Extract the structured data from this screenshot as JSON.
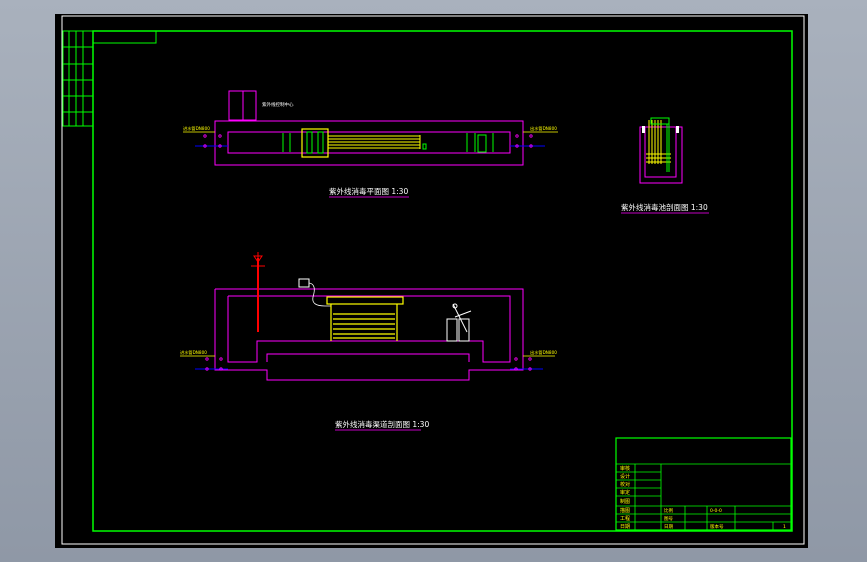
{
  "drawing": {
    "colors": {
      "background": "#000000",
      "frame": "#00ff00",
      "structure": "#ff00ff",
      "equipment": "#ffff00",
      "fitting": "#00ff00",
      "dimension": "#ffffff",
      "label": "#ffff00",
      "pipe": "#0000ff",
      "lamp": "#ff0000"
    },
    "views": {
      "plan_title": "紫外线消毒平面图 1:30",
      "section_small_title": "紫外线消毒池剖面图 1:30",
      "section_large_title": "紫外线消毒渠道剖面图 1:30"
    },
    "plan": {
      "control_box_label": "紫外线控制中心",
      "left_inlet_label": "进水管DN800",
      "right_outlet_label": "出水管DN800"
    },
    "section": {
      "left_inlet_label": "进水管DN800",
      "right_outlet_label": "出水管DN800"
    },
    "title_block": {
      "left_rows": [
        "审核",
        "设计",
        "校对",
        "审定",
        "制图",
        "描图",
        "工程",
        "日期"
      ],
      "sheet_code": "0-0-0",
      "bottom_fields": [
        "比例",
        "图号",
        "日期",
        "版本号"
      ],
      "sheet_number": "1"
    }
  }
}
